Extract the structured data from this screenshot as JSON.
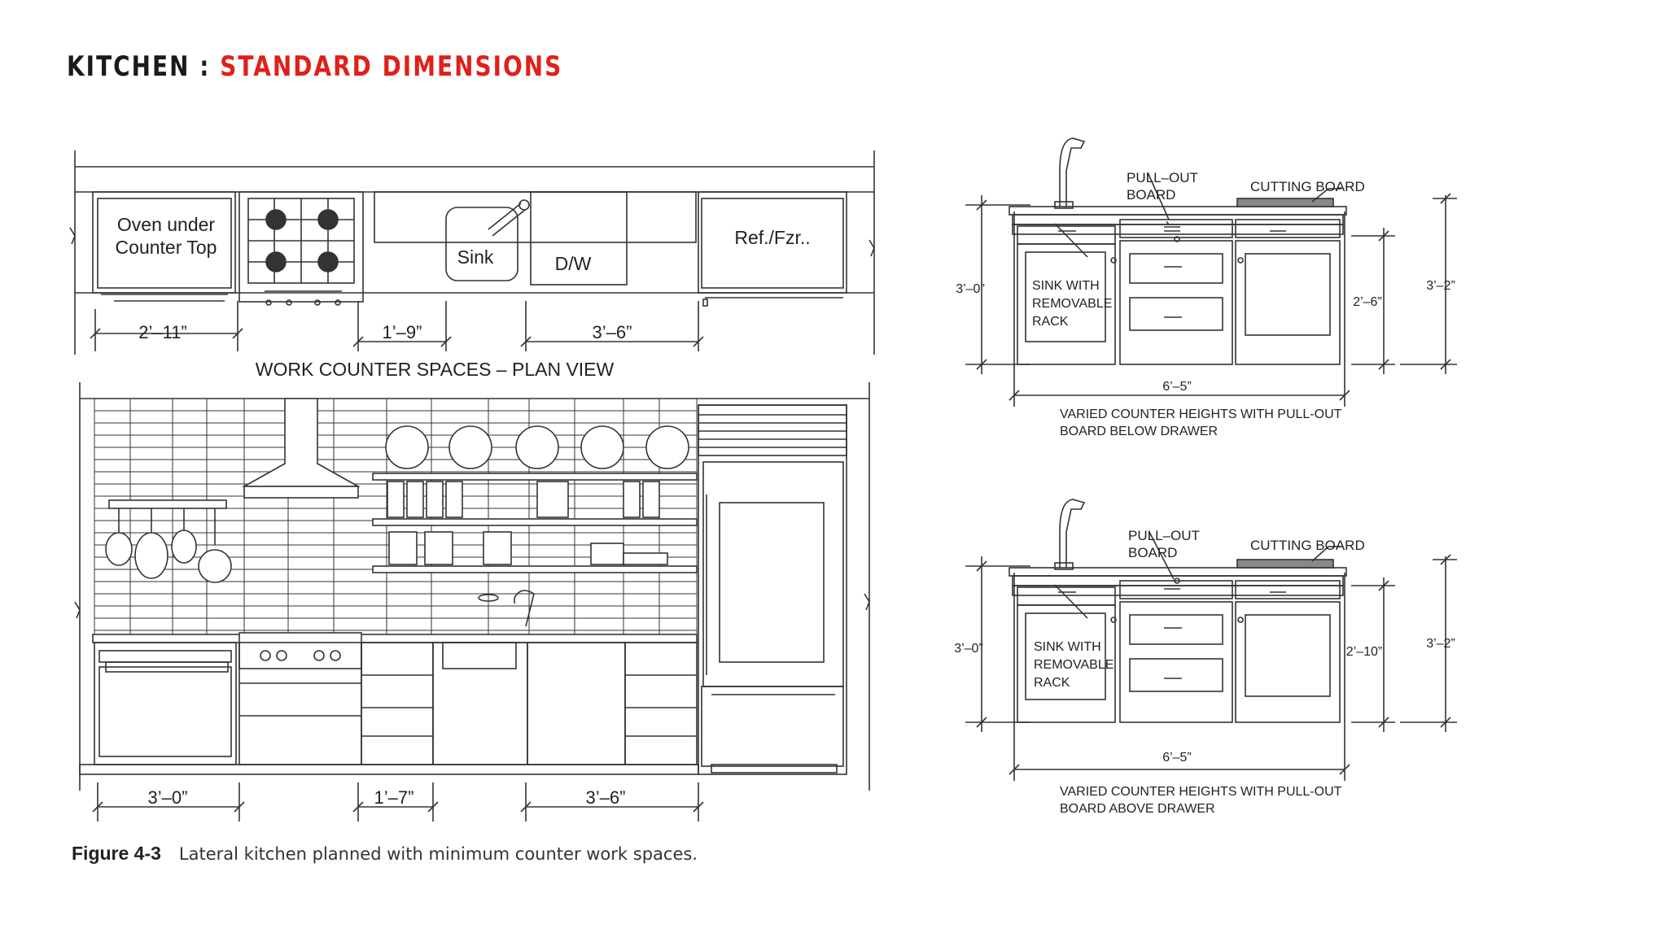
{
  "title": {
    "main": "KITCHEN",
    "separator": ":",
    "accent": "STANDARD DIMENSIONS",
    "accent_color": "#e0201a"
  },
  "plan_view": {
    "caption": "WORK COUNTER SPACES – PLAN VIEW",
    "labels": {
      "oven_line1": "Oven under",
      "oven_line2": "Counter Top",
      "sink": "Sink",
      "dishwasher": "D/W",
      "fridge": "Ref./Fzr.."
    },
    "dimensions": {
      "left": "2’–11”",
      "middle": "1’–9”",
      "right": "3’–6”"
    }
  },
  "elevation_view": {
    "dimensions": {
      "left": "3’–0”",
      "middle": "1’–7”",
      "right": "3’–6”"
    }
  },
  "section_below": {
    "pull_out_line1": "PULL–OUT",
    "pull_out_line2": "BOARD",
    "cutting_board": "CUTTING BOARD",
    "sink_line1": "SINK WITH",
    "sink_line2": "REMOVABLE",
    "sink_line3": "RACK",
    "height_left": "3’–0”",
    "height_inner": "2’–6”",
    "height_right": "3’–2”",
    "width": "6’–5”",
    "note_line1": "VARIED COUNTER HEIGHTS WITH PULL-OUT",
    "note_line2": "BOARD BELOW DRAWER"
  },
  "section_above": {
    "pull_out_line1": "PULL–OUT",
    "pull_out_line2": "BOARD",
    "cutting_board": "CUTTING BOARD",
    "sink_line1": "SINK WITH",
    "sink_line2": "REMOVABLE",
    "sink_line3": "RACK",
    "height_left": "3’–0”",
    "height_inner": "2’–10”",
    "height_right": "3’–2”",
    "width": "6’–5”",
    "note_line1": "VARIED COUNTER HEIGHTS WITH PULL-OUT",
    "note_line2": "BOARD ABOVE DRAWER"
  },
  "figure": {
    "label": "Figure 4-3",
    "text": "Lateral kitchen planned with minimum counter work spaces."
  }
}
